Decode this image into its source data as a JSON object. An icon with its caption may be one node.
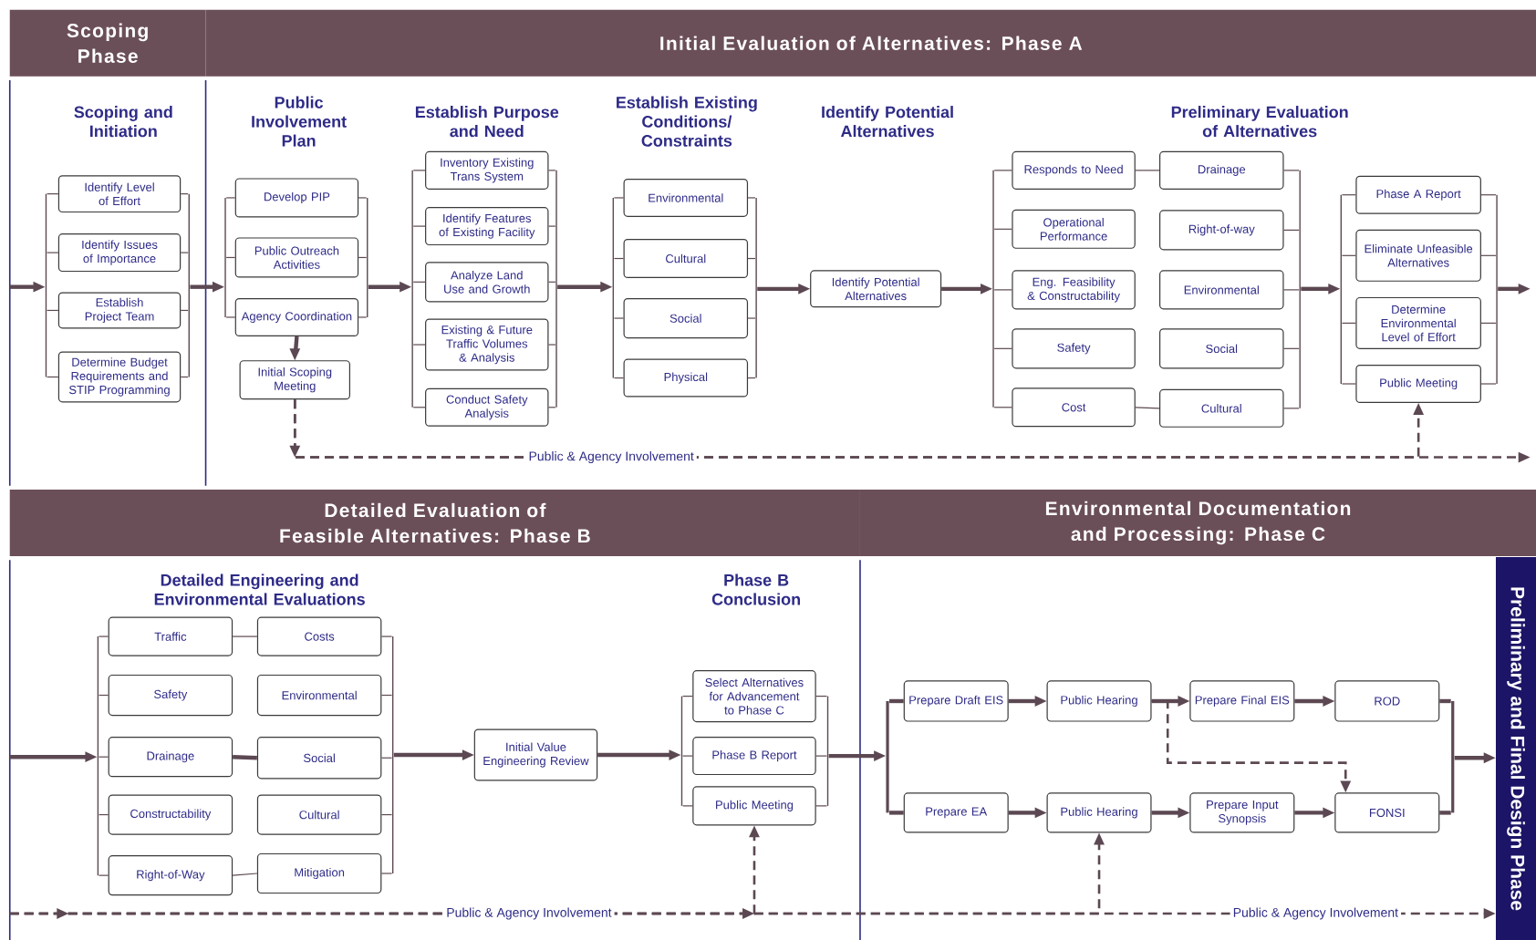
{
  "diagram": {
    "nodes": [
      {
        "text": [
          "Scoping Phase"
        ]
      },
      {
        "text": [
          "Initial Evaluation of Alternatives: Phase A"
        ]
      },
      {
        "text": [],
        "shape": "bar"
      },
      {
        "text": [
          "Identify Level of Effort"
        ]
      },
      {
        "text": [
          "Identify Issues of Importance"
        ]
      },
      {
        "text": [
          "Establish Project Team"
        ]
      },
      {
        "text": [
          "Determine Budget Requirements and STIP Programming"
        ]
      },
      {
        "text": [],
        "shape": "bar"
      },
      {
        "text": [],
        "shape": "bar"
      },
      {
        "text": [
          "Develop PIP"
        ]
      },
      {
        "text": [
          "Public Outreach Activities"
        ]
      },
      {
        "text": [
          "Agency Coordination"
        ]
      },
      {
        "text": [],
        "shape": "bar"
      },
      {
        "text": [
          "Initial Scoping Meeting"
        ]
      },
      {
        "text": [],
        "shape": "bar"
      },
      {
        "text": [
          "Inventory Existing Trans System"
        ]
      },
      {
        "text": [
          "Identify Features of Existing Facility"
        ]
      },
      {
        "text": [
          "Analyze Land Use and Growth"
        ]
      },
      {
        "text": [
          "Existing & Future Traffic Volumes & Analysis"
        ]
      },
      {
        "text": [
          "Conduct Safety Analysis"
        ]
      },
      {
        "text": [],
        "shape": "bar"
      },
      {
        "text": [],
        "shape": "bar"
      },
      {
        "text": [
          "Environmental"
        ]
      },
      {
        "text": [
          "Cultural"
        ]
      },
      {
        "text": [
          "Social"
        ]
      },
      {
        "text": [
          "Physical"
        ]
      },
      {
        "text": [],
        "shape": "bar"
      },
      {
        "text": [
          "Identify Potential Alternatives"
        ]
      },
      {
        "text": [],
        "shape": "bar"
      },
      {
        "text": [
          "Responds to Need"
        ]
      },
      {
        "text": [
          "Drainage"
        ]
      },
      {
        "text": [
          "Operational Performance"
        ]
      },
      {
        "text": [
          "Right-of-way"
        ]
      },
      {
        "text": [
          "Eng. Feasibility & Constructability"
        ]
      },
      {
        "text": [
          "Environmental"
        ]
      },
      {
        "text": [
          "Safety"
        ]
      },
      {
        "text": [
          "Social"
        ]
      },
      {
        "text": [
          "Cost"
        ]
      },
      {
        "text": [
          "Cultural"
        ]
      },
      {
        "text": [],
        "shape": "bar"
      },
      {
        "text": [],
        "shape": "bar"
      },
      {
        "text": [
          "Phase A Report"
        ]
      },
      {
        "text": [
          "Eliminate Unfeasible Alternatives"
        ]
      },
      {
        "text": [
          "Determine Environmental Level of Effort"
        ]
      },
      {
        "text": [
          "Public Meeting"
        ]
      },
      {
        "text": [],
        "shape": "bar"
      },
      {
        "text": [
          "Detailed Evaluation of Feasible Alternatives: Phase B"
        ]
      },
      {
        "text": [
          "Environmental Documentation and Processing: Phase C"
        ]
      },
      {
        "text": [],
        "shape": "bar"
      },
      {
        "text": [
          "Traffic"
        ]
      },
      {
        "text": [
          "Costs"
        ]
      },
      {
        "text": [
          "Safety"
        ]
      },
      {
        "text": [
          "Environmental"
        ]
      },
      {
        "text": [
          "Drainage"
        ]
      },
      {
        "text": [
          "Social"
        ]
      },
      {
        "text": [
          "Constructability"
        ]
      },
      {
        "text": [
          "Cultural"
        ]
      },
      {
        "text": [
          "Right-of-Way"
        ]
      },
      {
        "text": [
          "Mitigation"
        ]
      },
      {
        "text": [],
        "shape": "bar"
      },
      {
        "text": [
          "Initial Value Engineering Review"
        ]
      },
      {
        "text": [],
        "shape": "bar"
      },
      {
        "text": [
          "Select Alternatives for Advancement to Phase C"
        ]
      },
      {
        "text": [
          "Phase B Report"
        ]
      },
      {
        "text": [
          "Public Meeting"
        ]
      },
      {
        "text": [],
        "shape": "bar"
      },
      {
        "text": [],
        "shape": "bar"
      },
      {
        "text": [
          "Prepare Draft EIS"
        ]
      },
      {
        "text": [
          "Public Hearing"
        ]
      },
      {
        "text": [
          "Prepare Final EIS"
        ]
      },
      {
        "text": [
          "ROD"
        ]
      },
      {
        "text": [
          "Prepare EA"
        ]
      },
      {
        "text": [
          "Public Hearing"
        ]
      },
      {
        "text": [
          "Prepare Input Synopsis"
        ]
      },
      {
        "text": [
          "FONSI"
        ]
      },
      {
        "text": [],
        "shape": "bar"
      },
      {
        "text": [
          "Preliminary and Final Design Phase"
        ]
      }
    ],
    "edges": [
      {
        "from": null,
        "to": 2,
        "arrow": "to",
        "style": "thick"
      },
      {
        "from": 2,
        "to": 3,
        "arrow": "none"
      },
      {
        "from": 2,
        "to": 4,
        "arrow": "none"
      },
      {
        "from": 2,
        "to": 5,
        "arrow": "none"
      },
      {
        "from": 2,
        "to": 6,
        "arrow": "none"
      },
      {
        "from": 3,
        "to": 7,
        "arrow": "none"
      },
      {
        "from": 4,
        "to": 7,
        "arrow": "none"
      },
      {
        "from": 5,
        "to": 7,
        "arrow": "none"
      },
      {
        "from": 6,
        "to": 7,
        "arrow": "none"
      },
      {
        "from": 7,
        "to": 8,
        "arrow": "to",
        "style": "thick"
      },
      {
        "from": 8,
        "to": 9,
        "arrow": "none"
      },
      {
        "from": 8,
        "to": 10,
        "arrow": "none"
      },
      {
        "from": 8,
        "to": 11,
        "arrow": "none"
      },
      {
        "from": 9,
        "to": 12,
        "arrow": "none"
      },
      {
        "from": 10,
        "to": 12,
        "arrow": "none"
      },
      {
        "from": 11,
        "to": 12,
        "arrow": "none"
      },
      {
        "from": 11,
        "to": 13,
        "arrow": "to",
        "style": "thick"
      },
      {
        "from": 12,
        "to": 14,
        "arrow": "to",
        "style": "thick"
      },
      {
        "from": 14,
        "to": 15,
        "arrow": "none"
      },
      {
        "from": 14,
        "to": 16,
        "arrow": "none"
      },
      {
        "from": 14,
        "to": 17,
        "arrow": "none"
      },
      {
        "from": 14,
        "to": 18,
        "arrow": "none"
      },
      {
        "from": 14,
        "to": 19,
        "arrow": "none"
      },
      {
        "from": 15,
        "to": 20,
        "arrow": "none"
      },
      {
        "from": 16,
        "to": 20,
        "arrow": "none"
      },
      {
        "from": 17,
        "to": 20,
        "arrow": "none"
      },
      {
        "from": 18,
        "to": 20,
        "arrow": "none"
      },
      {
        "from": 19,
        "to": 20,
        "arrow": "none"
      },
      {
        "from": 20,
        "to": 21,
        "arrow": "to",
        "style": "thick"
      },
      {
        "from": 21,
        "to": 22,
        "arrow": "none"
      },
      {
        "from": 21,
        "to": 23,
        "arrow": "none"
      },
      {
        "from": 21,
        "to": 24,
        "arrow": "none"
      },
      {
        "from": 21,
        "to": 25,
        "arrow": "none"
      },
      {
        "from": 22,
        "to": 26,
        "arrow": "none"
      },
      {
        "from": 23,
        "to": 26,
        "arrow": "none"
      },
      {
        "from": 24,
        "to": 26,
        "arrow": "none"
      },
      {
        "from": 25,
        "to": 26,
        "arrow": "none"
      },
      {
        "from": 26,
        "to": 27,
        "arrow": "to",
        "style": "thick"
      },
      {
        "from": 27,
        "to": 28,
        "arrow": "to",
        "style": "thick"
      },
      {
        "from": 28,
        "to": 29,
        "arrow": "none"
      },
      {
        "from": 28,
        "to": 31,
        "arrow": "none"
      },
      {
        "from": 28,
        "to": 33,
        "arrow": "none"
      },
      {
        "from": 28,
        "to": 35,
        "arrow": "none"
      },
      {
        "from": 28,
        "to": 37,
        "arrow": "none"
      },
      {
        "from": 29,
        "to": 30,
        "arrow": "none"
      },
      {
        "from": 37,
        "to": 38,
        "arrow": "none"
      },
      {
        "from": 30,
        "to": 39,
        "arrow": "none"
      },
      {
        "from": 32,
        "to": 39,
        "arrow": "none"
      },
      {
        "from": 34,
        "to": 39,
        "arrow": "none"
      },
      {
        "from": 36,
        "to": 39,
        "arrow": "none"
      },
      {
        "from": 38,
        "to": 39,
        "arrow": "none"
      },
      {
        "from": 39,
        "to": 40,
        "arrow": "to",
        "style": "thick"
      },
      {
        "from": 40,
        "to": 41,
        "arrow": "none"
      },
      {
        "from": 40,
        "to": 42,
        "arrow": "none"
      },
      {
        "from": 40,
        "to": 43,
        "arrow": "none"
      },
      {
        "from": 40,
        "to": 44,
        "arrow": "none"
      },
      {
        "from": 41,
        "to": 45,
        "arrow": "none"
      },
      {
        "from": 42,
        "to": 45,
        "arrow": "none"
      },
      {
        "from": 43,
        "to": 45,
        "arrow": "none"
      },
      {
        "from": 44,
        "to": 45,
        "arrow": "none"
      },
      {
        "from": 45,
        "to": null,
        "arrow": "to",
        "style": "thick"
      },
      {
        "from": 13,
        "to": 44,
        "arrow": "to",
        "style": "dashed"
      },
      {
        "from": 13,
        "to": null,
        "arrow": "to",
        "style": "dashed",
        "label": "Public & Agency Involvement"
      },
      {
        "from": null,
        "to": 48,
        "arrow": "to",
        "style": "thick"
      },
      {
        "from": 48,
        "to": 49,
        "arrow": "none"
      },
      {
        "from": 48,
        "to": 51,
        "arrow": "none"
      },
      {
        "from": 48,
        "to": 53,
        "arrow": "none"
      },
      {
        "from": 48,
        "to": 55,
        "arrow": "none"
      },
      {
        "from": 48,
        "to": 57,
        "arrow": "none"
      },
      {
        "from": 49,
        "to": 50,
        "arrow": "none"
      },
      {
        "from": 53,
        "to": 54,
        "arrow": "none",
        "style": "thick"
      },
      {
        "from": 57,
        "to": 58,
        "arrow": "none"
      },
      {
        "from": 50,
        "to": 59,
        "arrow": "none"
      },
      {
        "from": 52,
        "to": 59,
        "arrow": "none"
      },
      {
        "from": 54,
        "to": 59,
        "arrow": "none"
      },
      {
        "from": 56,
        "to": 59,
        "arrow": "none"
      },
      {
        "from": 58,
        "to": 59,
        "arrow": "none"
      },
      {
        "from": 59,
        "to": 60,
        "arrow": "to",
        "style": "thick"
      },
      {
        "from": 60,
        "to": 61,
        "arrow": "to",
        "style": "thick"
      },
      {
        "from": 61,
        "to": 62,
        "arrow": "none"
      },
      {
        "from": 61,
        "to": 63,
        "arrow": "none"
      },
      {
        "from": 61,
        "to": 64,
        "arrow": "none"
      },
      {
        "from": 62,
        "to": 65,
        "arrow": "none"
      },
      {
        "from": 63,
        "to": 65,
        "arrow": "none"
      },
      {
        "from": 64,
        "to": 65,
        "arrow": "none"
      },
      {
        "from": 65,
        "to": 66,
        "arrow": "to",
        "style": "thick"
      },
      {
        "from": 66,
        "to": 67,
        "arrow": "none",
        "style": "thick"
      },
      {
        "from": 66,
        "to": 71,
        "arrow": "none",
        "style": "thick"
      },
      {
        "from": 67,
        "to": 68,
        "arrow": "to",
        "style": "thick"
      },
      {
        "from": 68,
        "to": 69,
        "arrow": "to",
        "style": "thick"
      },
      {
        "from": 69,
        "to": 70,
        "arrow": "to",
        "style": "thick"
      },
      {
        "from": 71,
        "to": 72,
        "arrow": "to",
        "style": "thick"
      },
      {
        "from": 72,
        "to": 73,
        "arrow": "to",
        "style": "thick"
      },
      {
        "from": 73,
        "to": 74,
        "arrow": "to",
        "style": "thick"
      },
      {
        "from": 70,
        "to": 75,
        "arrow": "none",
        "style": "thick"
      },
      {
        "from": 74,
        "to": 75,
        "arrow": "none",
        "style": "thick"
      },
      {
        "from": 75,
        "to": 76,
        "arrow": "to",
        "style": "thick"
      },
      {
        "from": 68,
        "to": 74,
        "arrow": "to",
        "style": "dashed"
      },
      {
        "from": null,
        "to": 64,
        "arrow": "to",
        "style": "dashed",
        "label": "Public & Agency Involvement"
      },
      {
        "from": null,
        "to": 72,
        "arrow": "to",
        "style": "dashed"
      },
      {
        "from": null,
        "to": 76,
        "arrow": "to",
        "style": "dashed",
        "label": "Public & Agency Involvement"
      }
    ],
    "labels": [
      "Scoping and Initiation",
      "Public Involvement Plan",
      "Establish Purpose and Need",
      "Establish Existing Conditions/ Constraints",
      "Identify Potential Alternatives",
      "Preliminary Evaluation of Alternatives",
      "Detailed Engineering and Environmental Evaluations",
      "Phase B Conclusion"
    ]
  }
}
